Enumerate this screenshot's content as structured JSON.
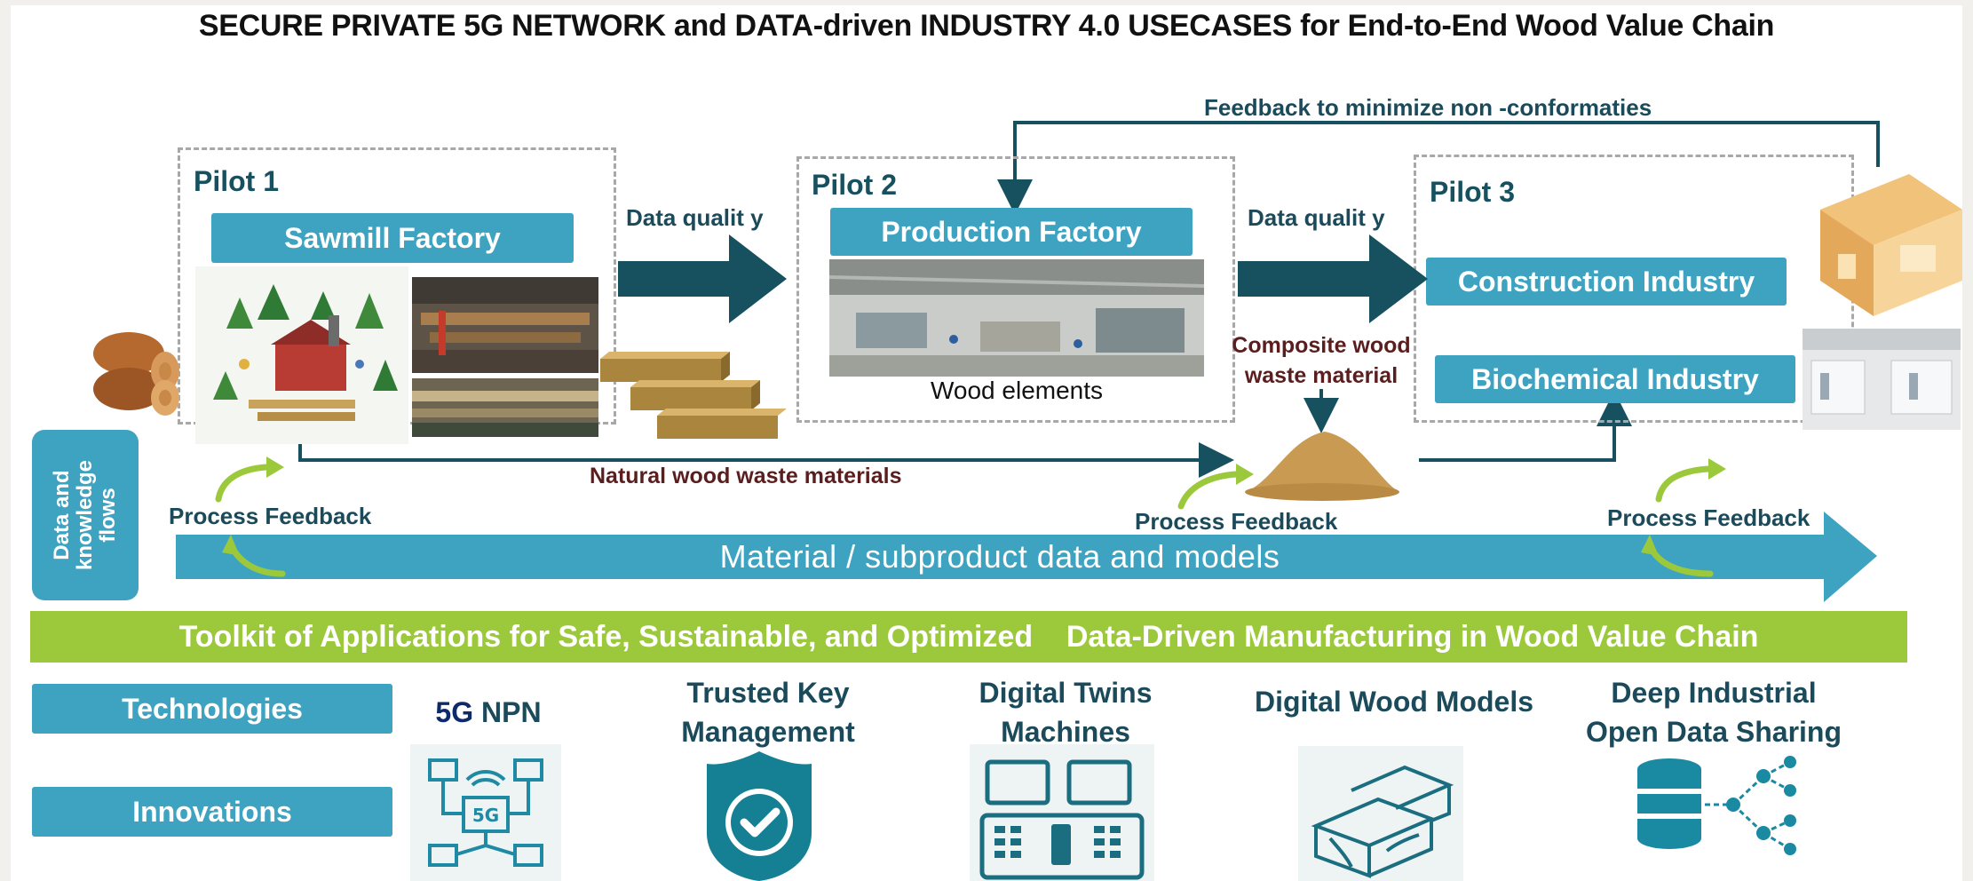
{
  "title": "SECURE PRIVATE 5G NETWORK and DATA-driven INDUSTRY 4.0 USECASES for End-to-End Wood Value Chain",
  "feedback_loop_label": "Feedback to minimize non  -conformaties",
  "pilots": [
    {
      "label": "Pilot 1",
      "factory": "Sawmill Factory"
    },
    {
      "label": "Pilot 2",
      "factory": "Production Factory",
      "caption": "Wood elements"
    },
    {
      "label": "Pilot 3",
      "industries": [
        "Construction Industry",
        "Biochemical Industry"
      ]
    }
  ],
  "data_quality_label": "Data qualit y",
  "composite_label": [
    "Composite wood",
    "waste material"
  ],
  "natural_waste_label": "Natural wood waste materials",
  "process_feedback_label": "Process Feedback",
  "knowledge_flows_label": [
    "Data and",
    "knowledge",
    "flows"
  ],
  "material_bar_label": "Material / subproduct data and models",
  "toolkit_label": "Toolkit of Applications for Safe, Sustainable, and Optimized    Data-Driven Manufacturing in Wood Value Chain",
  "side_labels": {
    "technologies": "Technologies",
    "innovations": "Innovations"
  },
  "technologies": [
    {
      "prefix": "5G",
      "name": "NPN",
      "icon": "5g-network-icon"
    },
    {
      "name": "Trusted Key Management",
      "icon": "shield-check-icon"
    },
    {
      "name": "Digital Twins Machines",
      "icon": "control-panel-icon"
    },
    {
      "name": "Digital Wood Models",
      "icon": "wood-planks-icon"
    },
    {
      "name": "Deep Industrial Open Data Sharing",
      "icon": "database-network-icon"
    }
  ],
  "colors": {
    "teal": "#3ea3c1",
    "dark_teal": "#17505e",
    "green": "#9cc93b",
    "waste_text": "#5b1e1e",
    "wood": "#a9853e"
  }
}
